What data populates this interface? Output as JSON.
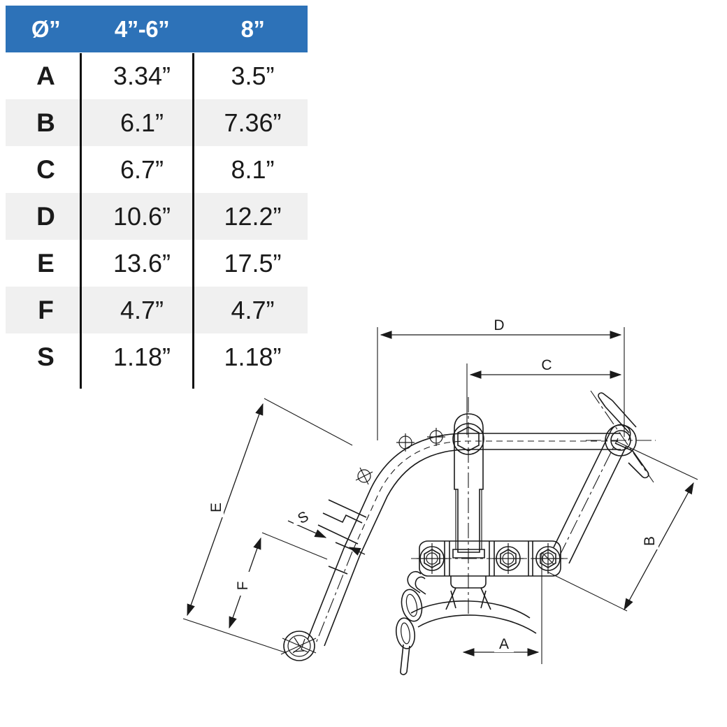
{
  "table": {
    "headers": [
      "Ø”",
      "4”-6”",
      "8”"
    ],
    "rows": [
      {
        "label": "A",
        "col1": "3.34”",
        "col2": "3.5”"
      },
      {
        "label": "B",
        "col1": "6.1”",
        "col2": "7.36”"
      },
      {
        "label": "C",
        "col1": "6.7”",
        "col2": "8.1”"
      },
      {
        "label": "D",
        "col1": "10.6”",
        "col2": "12.2”"
      },
      {
        "label": "E",
        "col1": "13.6”",
        "col2": "17.5”"
      },
      {
        "label": "F",
        "col1": "4.7”",
        "col2": "4.7”"
      },
      {
        "label": "S",
        "col1": "1.18”",
        "col2": "1.18”"
      }
    ],
    "header_bg": "#2d72b8",
    "alt_row_bg": "#f0f0f0",
    "text_color": "#1a1a1a"
  },
  "drawing": {
    "dimension_labels": {
      "a": "A",
      "b": "B",
      "c": "C",
      "d": "D",
      "e": "E",
      "f": "F",
      "s": "S"
    }
  }
}
